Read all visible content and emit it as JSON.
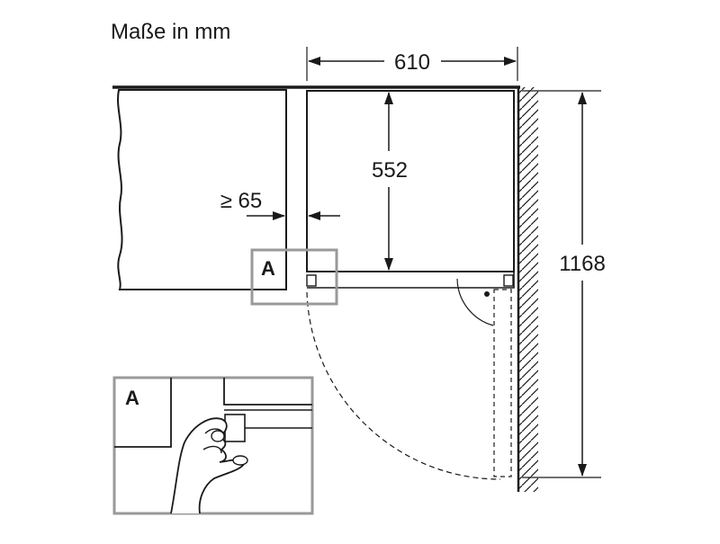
{
  "title": "Maße in mm",
  "dimensions": {
    "width": "610",
    "depth": "552",
    "min_gap": "≥ 65",
    "height": "1168"
  },
  "detail_label": "A",
  "detail_callout_label": "A",
  "colors": {
    "line": "#1a1a1a",
    "detail_frame": "#999999"
  }
}
